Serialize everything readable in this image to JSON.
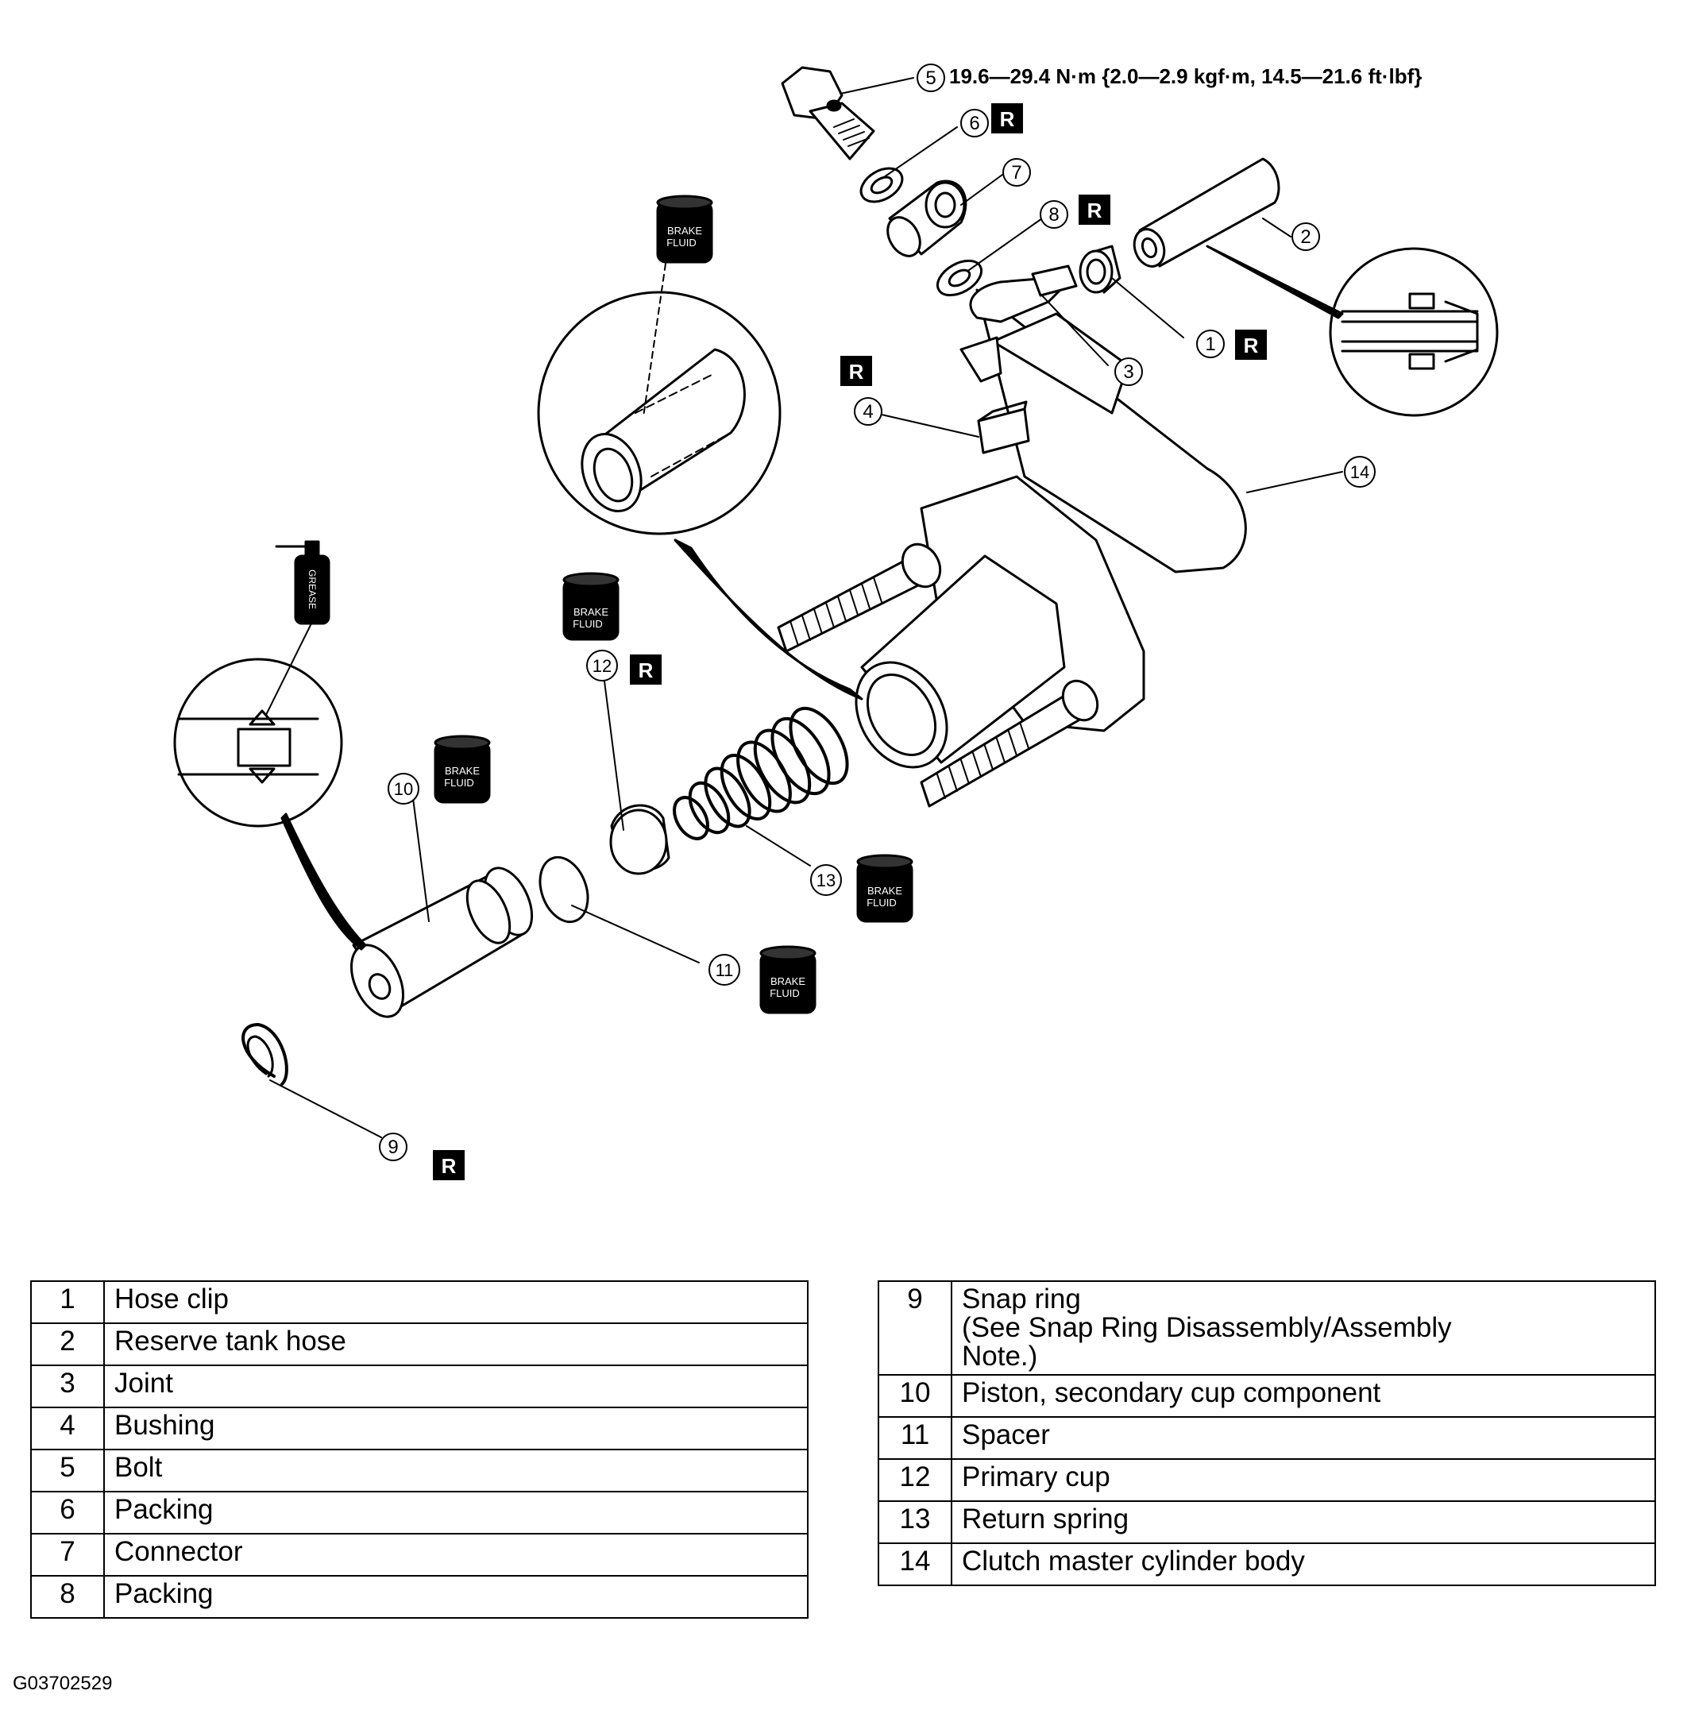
{
  "torque_spec": "19.6—29.4 N·m  {2.0—2.9 kgf·m,  14.5—21.6 ft·lbf}",
  "replace_badge": "R",
  "brake_fluid_label": [
    "BRAKE",
    "FLUID"
  ],
  "grease_label": "GREASE",
  "callouts": [
    "1",
    "2",
    "3",
    "4",
    "5",
    "6",
    "7",
    "8",
    "9",
    "10",
    "11",
    "12",
    "13",
    "14"
  ],
  "parts_left": [
    {
      "num": "1",
      "name": "Hose clip"
    },
    {
      "num": "2",
      "name": "Reserve tank hose"
    },
    {
      "num": "3",
      "name": "Joint"
    },
    {
      "num": "4",
      "name": "Bushing"
    },
    {
      "num": "5",
      "name": "Bolt"
    },
    {
      "num": "6",
      "name": "Packing"
    },
    {
      "num": "7",
      "name": "Connector"
    },
    {
      "num": "8",
      "name": "Packing"
    }
  ],
  "parts_right": [
    {
      "num": "9",
      "name": [
        "Snap ring",
        "(See Snap Ring Disassembly/Assembly",
        "Note.)"
      ]
    },
    {
      "num": "10",
      "name": [
        "Piston, secondary cup component"
      ]
    },
    {
      "num": "11",
      "name": [
        "Spacer"
      ]
    },
    {
      "num": "12",
      "name": [
        "Primary cup"
      ]
    },
    {
      "num": "13",
      "name": [
        "Return spring"
      ]
    },
    {
      "num": "14",
      "name": [
        "Clutch master cylinder body"
      ]
    }
  ],
  "figure_code": "G03702529"
}
